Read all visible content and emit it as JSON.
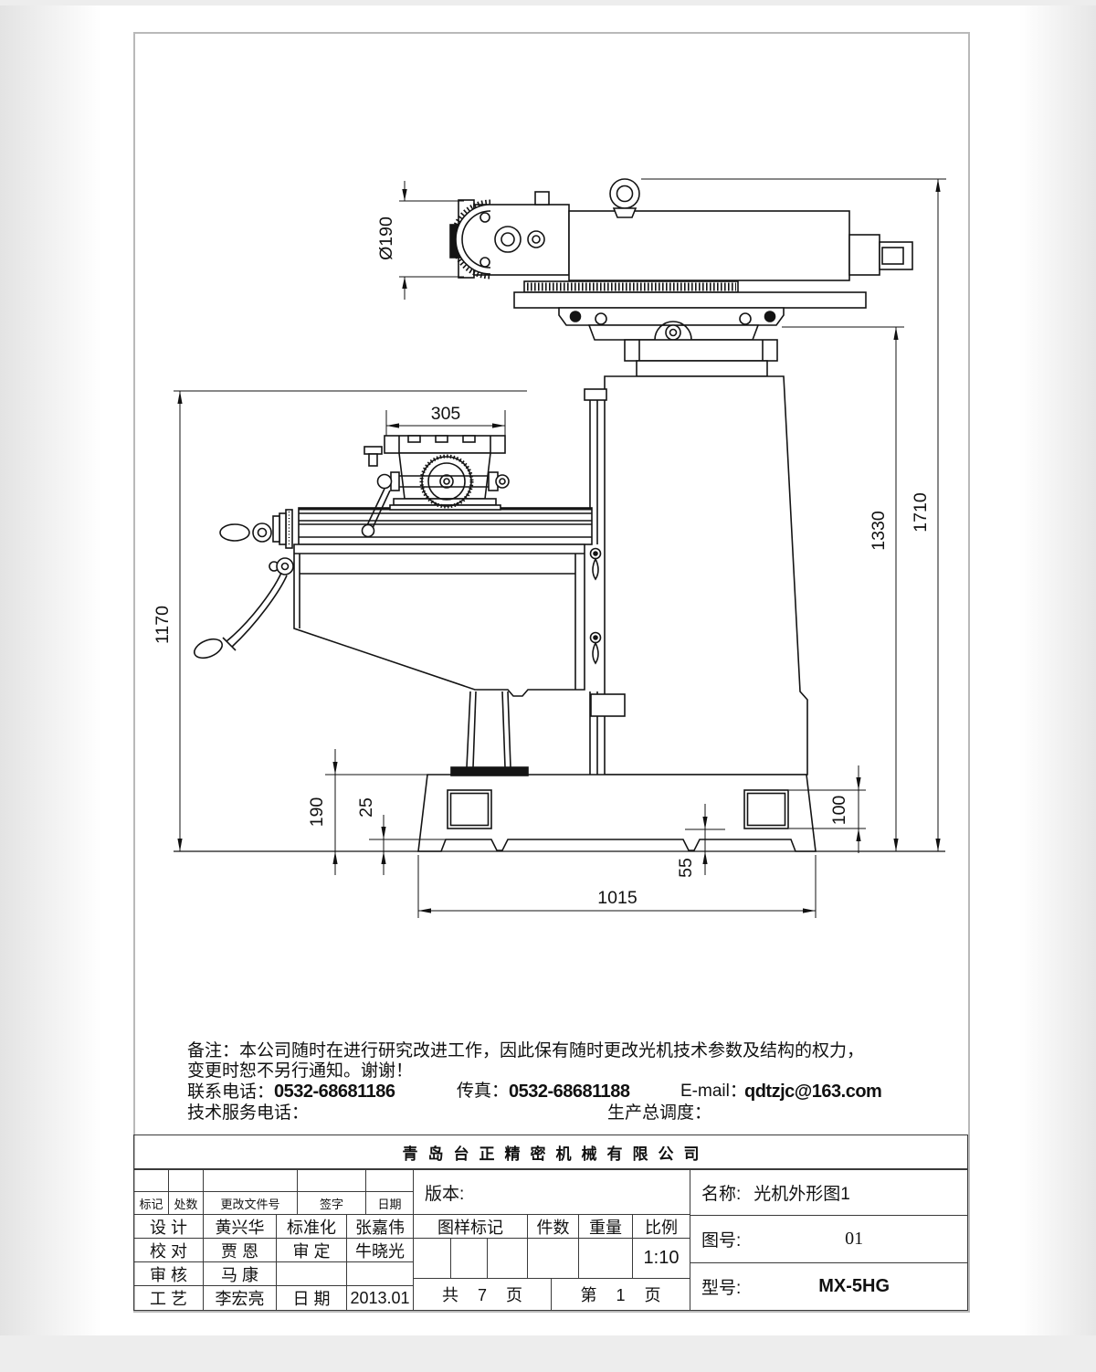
{
  "company": "青岛台正精密机械有限公司",
  "notes": {
    "line1": "备注：本公司随时在进行研究改进工作，因此保有随时更改光机技术参数及结构的权力，",
    "line2": "变更时恕不另行通知。谢谢！",
    "phone_label": "联系电话：",
    "phone": "0532-68681186",
    "fax_label": "传真：",
    "fax": "0532-68681188",
    "email_label": "E-mail：",
    "email": "qdtzjc@163.com",
    "service_label": "技术服务电话：",
    "dispatch_label": "生产总调度："
  },
  "title_block": {
    "rev_header": {
      "mark": "标记",
      "count": "处数",
      "doc_no": "更改文件号",
      "sign": "签字",
      "date": "日期"
    },
    "rows": [
      {
        "role": "设 计",
        "name": "黄兴华",
        "role2": "标准化",
        "name2": "张嘉伟"
      },
      {
        "role": "校 对",
        "name": "贾 恩",
        "role2": "审 定",
        "name2": "牛晓光"
      },
      {
        "role": "审 核",
        "name": "马 康",
        "role2": "",
        "name2": ""
      },
      {
        "role": "工 艺",
        "name": "李宏亮",
        "role2": "日 期",
        "name2": "2013.01"
      }
    ],
    "version_label": "版本:",
    "middle": {
      "sample_mark": "图样标记",
      "pieces": "件数",
      "weight": "重量",
      "scale_label": "比例",
      "scale": "1:10",
      "pages_total": "共 7 页",
      "page_no": "第 1 页"
    },
    "right": {
      "name_label": "名称:",
      "name": "光机外形图1",
      "no_label": "图号:",
      "no": "01",
      "model_label": "型号:",
      "model": "MX-5HG"
    }
  },
  "dimensions": {
    "spindle_dia": "Ø190",
    "table_width": "305",
    "h_knee": "1170",
    "h_mid": "1330",
    "h_total": "1710",
    "base_height": "190",
    "foot": "25",
    "window": "100",
    "pad": "55",
    "base_width": "1015"
  }
}
